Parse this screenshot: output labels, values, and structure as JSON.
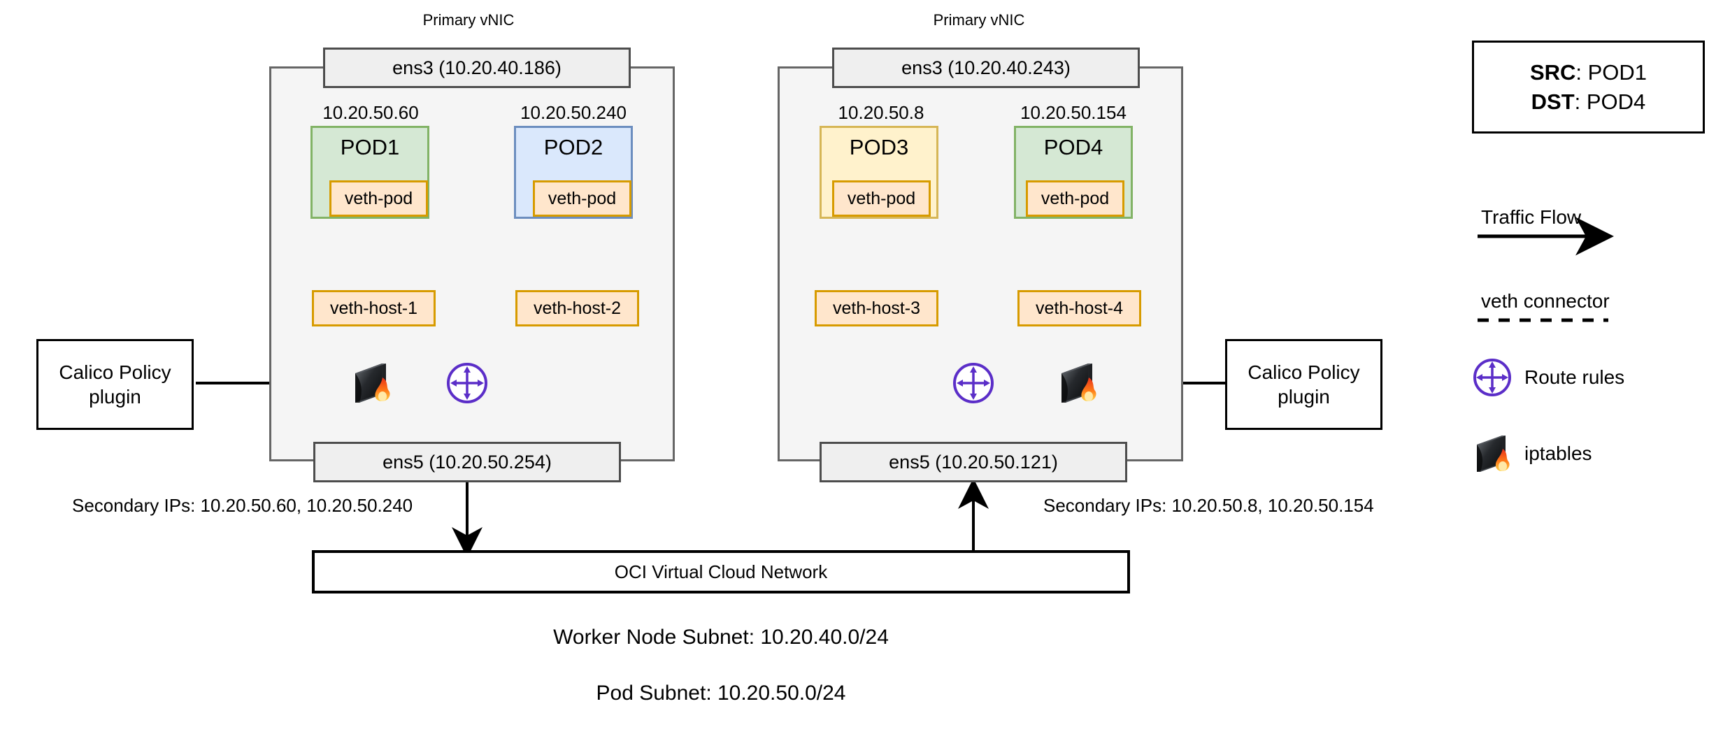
{
  "diagram": {
    "bottom_notes": [
      "Worker Node Subnet: 10.20.40.0/24",
      "Pod Subnet: 10.20.50.0/24"
    ],
    "vcn_label": "OCI Virtual Cloud Network"
  },
  "nodes": [
    {
      "vnic_caption": "Primary vNIC",
      "ens3": "ens3 (10.20.40.186)",
      "ens5": "ens5 (10.20.50.254)",
      "secondary_ips": "Secondary IPs:  10.20.50.60, 10.20.50.240",
      "calico": "Calico Policy\nplugin",
      "calico_line1": "Calico Policy",
      "calico_line2": "plugin",
      "pods": [
        {
          "ip": "10.20.50.60",
          "name": "POD1",
          "veth_pod": "veth-pod",
          "veth_host": "veth-host-1",
          "color": "green"
        },
        {
          "ip": "10.20.50.240",
          "name": "POD2",
          "veth_pod": "veth-pod",
          "veth_host": "veth-host-2",
          "color": "blue"
        }
      ]
    },
    {
      "vnic_caption": "Primary vNIC",
      "ens3": "ens3 (10.20.40.243)",
      "ens5": "ens5 (10.20.50.121)",
      "secondary_ips": "Secondary IPs:  10.20.50.8, 10.20.50.154",
      "calico_line1": "Calico Policy",
      "calico_line2": "plugin",
      "pods": [
        {
          "ip": "10.20.50.8",
          "name": "POD3",
          "veth_pod": "veth-pod",
          "veth_host": "veth-host-3",
          "color": "yellow"
        },
        {
          "ip": "10.20.50.154",
          "name": "POD4",
          "veth_pod": "veth-pod",
          "veth_host": "veth-host-4",
          "color": "green"
        }
      ]
    }
  ],
  "legend": {
    "src_key": "SRC",
    "src_value": ": POD1",
    "dst_key": "DST",
    "dst_value": ": POD4",
    "traffic_flow": "Traffic Flow",
    "veth_connector": "veth connector",
    "route_rules": "Route rules",
    "iptables": "iptables"
  },
  "colors": {
    "pod_green_fill": "#d5e8d4",
    "pod_green_border": "#82b366",
    "pod_blue_fill": "#dae8fc",
    "pod_blue_border": "#6c8ebf",
    "pod_yellow_fill": "#fff2cc",
    "pod_yellow_border": "#d6b656",
    "veth_fill": "#ffe6cc",
    "veth_border": "#d79b00",
    "node_fill": "#f5f5f5",
    "node_border": "#666666",
    "vnic_fill": "#efefef",
    "vnic_border": "#4d4d4d",
    "route_icon": "#5b2ec8",
    "arrow": "#000000"
  }
}
